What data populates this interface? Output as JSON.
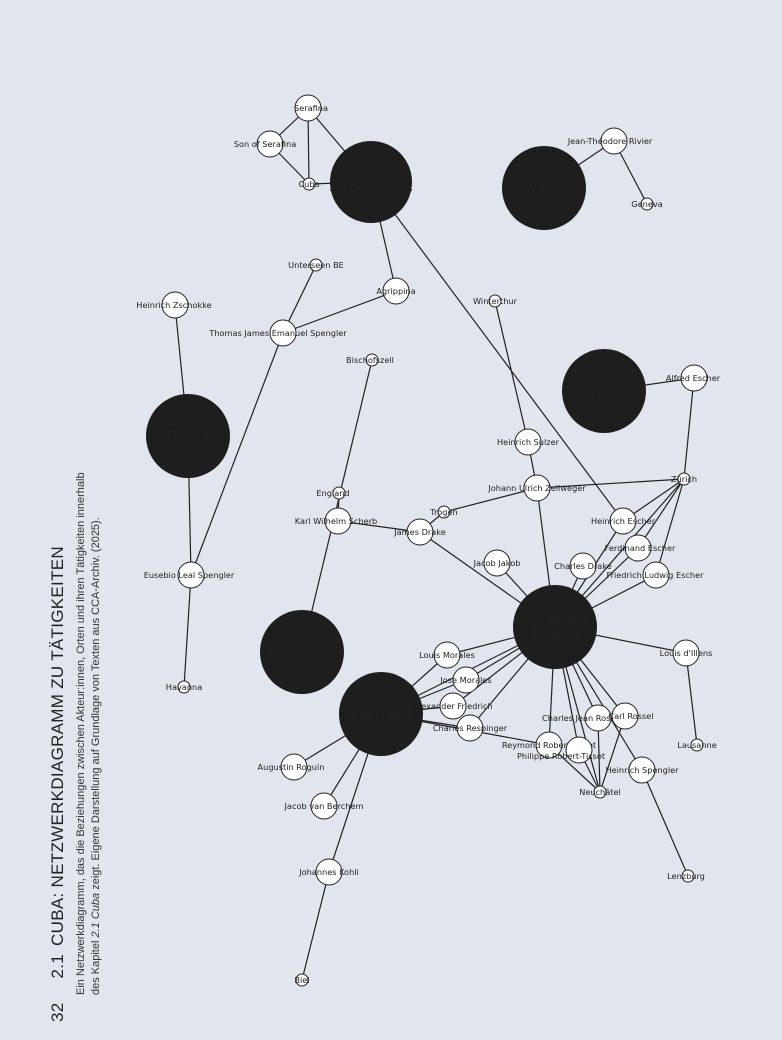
{
  "page": {
    "number": "32",
    "chapter_num": "2.1",
    "title": "CUBA: NETZWERKDIAGRAMM ZU TÄTIGKEITEN",
    "caption": {
      "line1": "Ein Netzwerkdiagramm, das die Beziehungen zwischen Akteur:innen, Orten und ihren Tätigkeiten innerhalb",
      "line2_a": "des Kapitel ",
      "line2_em": "2.1 Cuba",
      "line2_b": " zeigt. Eigene Darstellung auf Grundlage von Texten aus CCA-Archiv. (2025)."
    }
  },
  "network": {
    "hubs": [
      {
        "id": "enslaved",
        "line1": "Enslaved People",
        "line2": "and Descendants"
      },
      {
        "id": "investor",
        "line1": "Investor",
        "line2": ""
      },
      {
        "id": "banking",
        "line1": "Banking",
        "line2": "and Finance"
      },
      {
        "id": "divers",
        "line1": "Divers",
        "line2": ""
      },
      {
        "id": "plantation",
        "line1": "Plantation",
        "line2": "System"
      },
      {
        "id": "manufacturer",
        "line1": "Manufacturer",
        "line2": ""
      },
      {
        "id": "merchant",
        "line1": "Merchant",
        "line2": ""
      }
    ],
    "nodes": [
      {
        "id": "serafina",
        "label": "Serafina"
      },
      {
        "id": "son_serafina",
        "label": "Son of Serafina"
      },
      {
        "id": "cuba",
        "label": "Cuba"
      },
      {
        "id": "jean_rivier",
        "label": "Jean-Théodore Rivier"
      },
      {
        "id": "geneva",
        "label": "Geneva"
      },
      {
        "id": "unterseen",
        "label": "Unterseen BE"
      },
      {
        "id": "agrippina",
        "label": "Agrippina"
      },
      {
        "id": "zschokke",
        "label": "Heinrich Zschokke"
      },
      {
        "id": "spengler_te",
        "label": "Thomas James Emanuel Spengler"
      },
      {
        "id": "winterthur",
        "label": "Winterthur"
      },
      {
        "id": "bischofszell",
        "label": "Bischofszell"
      },
      {
        "id": "alfred_escher",
        "label": "Alfred Escher"
      },
      {
        "id": "heinrich_sulzer",
        "label": "Heinrich Sulzer"
      },
      {
        "id": "zurich",
        "label": "Zürich"
      },
      {
        "id": "zellweger",
        "label": "Johann Ulrich Zellweger"
      },
      {
        "id": "england",
        "label": "England"
      },
      {
        "id": "trogen",
        "label": "Trogen"
      },
      {
        "id": "heinrich_escher",
        "label": "Heinrich Escher"
      },
      {
        "id": "scherb",
        "label": "Karl Wilhelm Scherb"
      },
      {
        "id": "james_drake",
        "label": "James Drake"
      },
      {
        "id": "ferdinand_escher",
        "label": "Ferdinand Escher"
      },
      {
        "id": "jacob_jakob",
        "label": "Jacob Jakob"
      },
      {
        "id": "charles_drake",
        "label": "Charles Drake"
      },
      {
        "id": "friedrich_escher",
        "label": "Friedrich Ludwig Escher"
      },
      {
        "id": "eusebio",
        "label": "Eusebio Leal Spengler"
      },
      {
        "id": "louis_dillens",
        "label": "Louis d'Illens"
      },
      {
        "id": "havanna",
        "label": "Havanna"
      },
      {
        "id": "louis_morales",
        "label": "Louis Morales"
      },
      {
        "id": "jose_morales",
        "label": "Jose Morales"
      },
      {
        "id": "alex_friedrich",
        "label": "Alexander Friedrich"
      },
      {
        "id": "charles_respinger",
        "label": "Charles Respinger"
      },
      {
        "id": "jean_rossel",
        "label": "Charles Jean Rossel"
      },
      {
        "id": "carl_rossel",
        "label": "Carl Rossel"
      },
      {
        "id": "reymond_tissot",
        "label": "Reymond Robert-Tissot"
      },
      {
        "id": "philippe_tissot",
        "label": "Philippe Robert-Tissot"
      },
      {
        "id": "lausanne",
        "label": "Lausanne"
      },
      {
        "id": "augustin",
        "label": "Augustin Roguin"
      },
      {
        "id": "heinrich_spengler",
        "label": "Heinrich Spengler"
      },
      {
        "id": "neuchatel",
        "label": "Neuchâtel"
      },
      {
        "id": "berchem",
        "label": "Jacob van Berchem"
      },
      {
        "id": "kohli",
        "label": "Johannes Kohli"
      },
      {
        "id": "lenzburg",
        "label": "Lenzburg"
      },
      {
        "id": "bie",
        "label": "Biel"
      }
    ]
  }
}
